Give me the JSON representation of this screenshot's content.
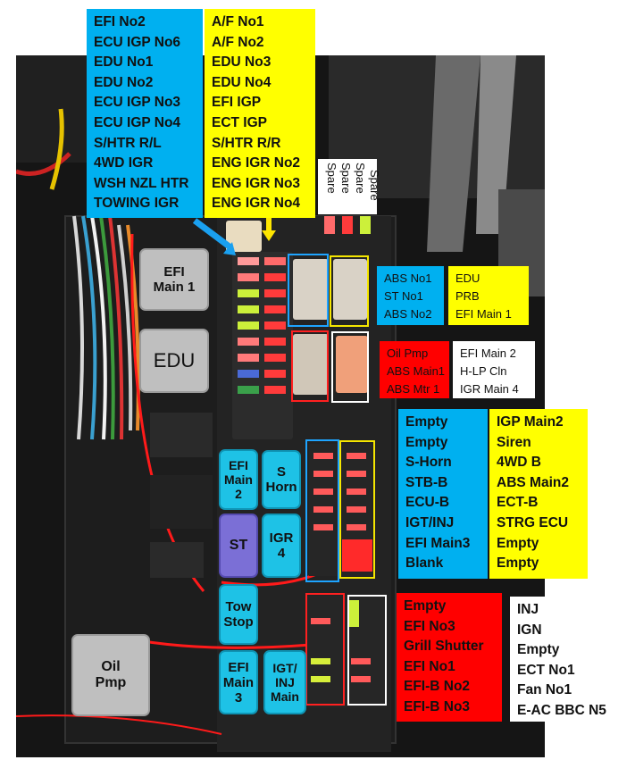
{
  "colors": {
    "blue": "#00b0f0",
    "yellow": "#ffff00",
    "red": "#ff0000",
    "white": "#ffffff",
    "relay_gray": "#bfbfbf",
    "relay_cyan": "#1ec2e6",
    "relay_purple": "#7b6fd6"
  },
  "labels": {
    "top_blue": [
      "EFI No2",
      "ECU IGP No6",
      "EDU No1",
      "EDU No2",
      "ECU IGP No3",
      "ECU IGP No4",
      "S/HTR R/L",
      "4WD IGR",
      "WSH NZL HTR",
      "TOWING IGR"
    ],
    "top_yellow": [
      "A/F No1",
      "A/F No2",
      "EDU No3",
      "EDU No4",
      "EFI IGP",
      "ECT IGP",
      "S/HTR R/R",
      "ENG IGR No2",
      "ENG IGR No3",
      "ENG IGR No4"
    ],
    "spare": [
      "Spare",
      "Spare",
      "Spare",
      "Spare"
    ],
    "abs_blue": [
      "ABS No1",
      "ST No1",
      "ABS No2"
    ],
    "edu_yellow": [
      "EDU",
      "PRB",
      "EFI Main 1"
    ],
    "oil_red": [
      "Oil Pmp",
      "ABS Main1",
      "ABS Mtr 1"
    ],
    "efi_white": [
      "EFI Main 2",
      "H-LP Cln",
      "IGR Main 4"
    ],
    "mid_blue": [
      "Empty",
      "Empty",
      "S-Horn",
      "STB-B",
      "ECU-B",
      "IGT/INJ",
      "EFI Main3",
      "Blank"
    ],
    "mid_yellow": [
      "IGP Main2",
      "Siren",
      "4WD B",
      "ABS Main2",
      "ECT-B",
      "STRG ECU",
      "Empty",
      "Empty"
    ],
    "bottom_red": [
      "Empty",
      "EFI No3",
      "Grill Shutter",
      "EFI No1",
      "EFI-B No2",
      "EFI-B No3"
    ],
    "bottom_white": [
      "INJ",
      "IGN",
      "Empty",
      "ECT No1",
      "Fan No1",
      "E-AC BBC N5"
    ]
  },
  "relays": {
    "efi_main1": "EFI\nMain 1",
    "edu": "EDU",
    "efi_main2": "EFI\nMain\n2",
    "s_horn": "S\nHorn",
    "st": "ST",
    "igr4": "IGR\n4",
    "tow_stop": "Tow\nStop",
    "efi_main3": "EFI\nMain\n3",
    "igt_inj": "IGT/\nINJ\nMain",
    "oil_pmp": "Oil\nPmp"
  }
}
